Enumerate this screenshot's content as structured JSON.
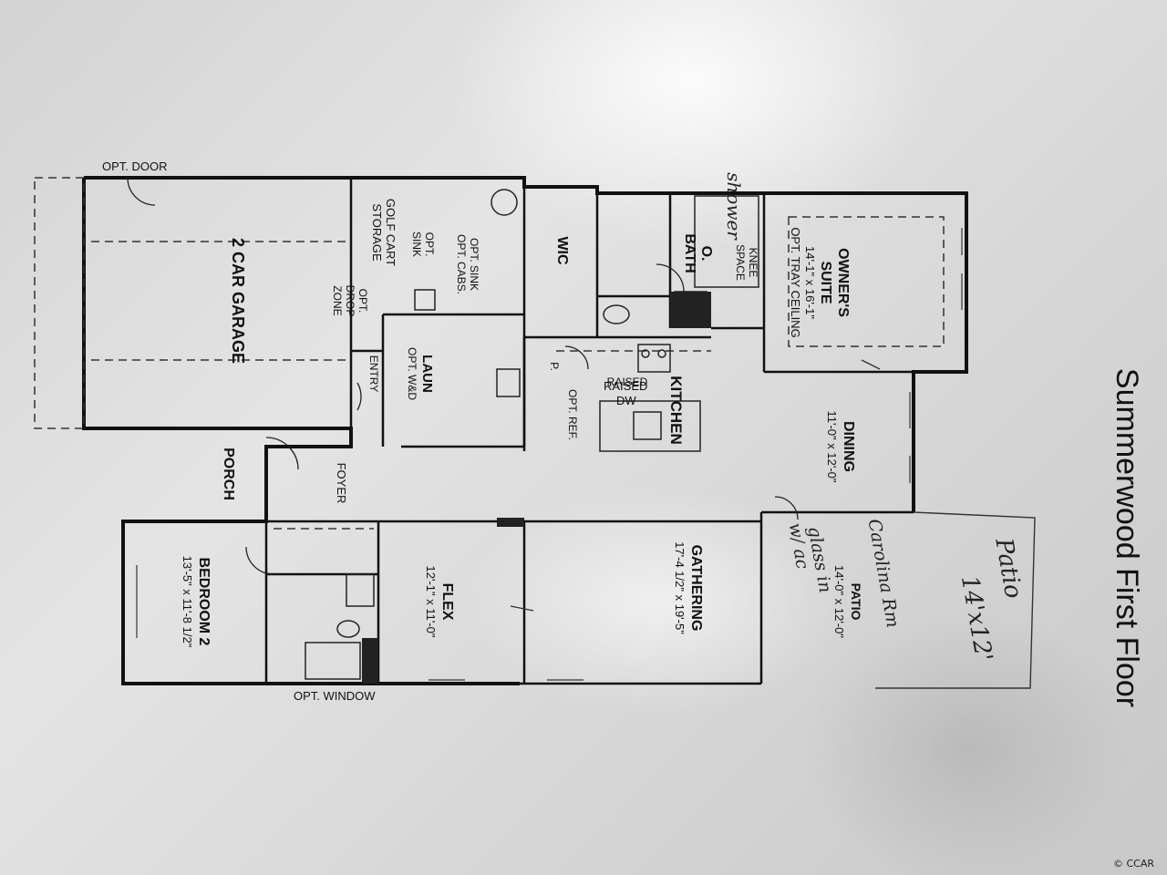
{
  "title": "Summerwood First Floor",
  "rooms": {
    "owners_suite": {
      "name1": "OWNER'S",
      "name2": "SUITE",
      "dims": "14'-1\" x 16'-1\"",
      "note": "OPT. TRAY CEILING"
    },
    "knee_space": {
      "line1": "KNEE",
      "line2": "SPACE"
    },
    "o_bath": {
      "line1": "O.",
      "line2": "BATH"
    },
    "wic": {
      "name": "WIC"
    },
    "kitchen": {
      "name": "KITCHEN"
    },
    "raised_dw": {
      "line1": "RAISED",
      "line2": "DW"
    },
    "pantry": {
      "name": "P."
    },
    "opt_ref": {
      "name": "OPT. REF."
    },
    "dining": {
      "name": "DINING",
      "dims": "11'-0\" x 12'-0\""
    },
    "gathering": {
      "name": "GATHERING",
      "dims": "17'-4 1/2\" x 19'-5\""
    },
    "patio": {
      "name": "PATIO",
      "dims": "14'-0\" x 12'-0\""
    },
    "flex": {
      "name": "FLEX",
      "dims": "12'-1\" x 11'-0\""
    },
    "foyer": {
      "name": "FOYER"
    },
    "porch": {
      "name": "PORCH"
    },
    "bedroom2": {
      "name": "BEDROOM 2",
      "dims": "13'-5\" x 11'-8 1/2\""
    },
    "garage": {
      "name": "2 CAR GARAGE"
    },
    "golf_cart": {
      "line1": "GOLF CART",
      "line2": "STORAGE"
    },
    "opt_sink": {
      "line1": "OPT.",
      "line2": "SINK"
    },
    "opt_drop": {
      "line1": "OPT.",
      "line2": "DROP",
      "line3": "ZONE"
    },
    "opt_sink_cabs": {
      "line1": "OPT. SINK",
      "line2": "OPT. CABS."
    },
    "laun": {
      "name": "LAUN",
      "note": "OPT. W&D"
    },
    "entry": {
      "name": "ENTRY"
    }
  },
  "labels": {
    "opt_door": "OPT. DOOR",
    "opt_window": "OPT. WINDOW"
  },
  "handwritten": {
    "shower": "shower",
    "patio1": "Patio",
    "patio2": "14'x12'",
    "carolina1": "Carolina Rm",
    "carolina2": "glass in",
    "carolina3": "w/ ac"
  },
  "watermark": "© CCAR",
  "colors": {
    "ink": "#111111",
    "paper": "#dcdcdc"
  }
}
